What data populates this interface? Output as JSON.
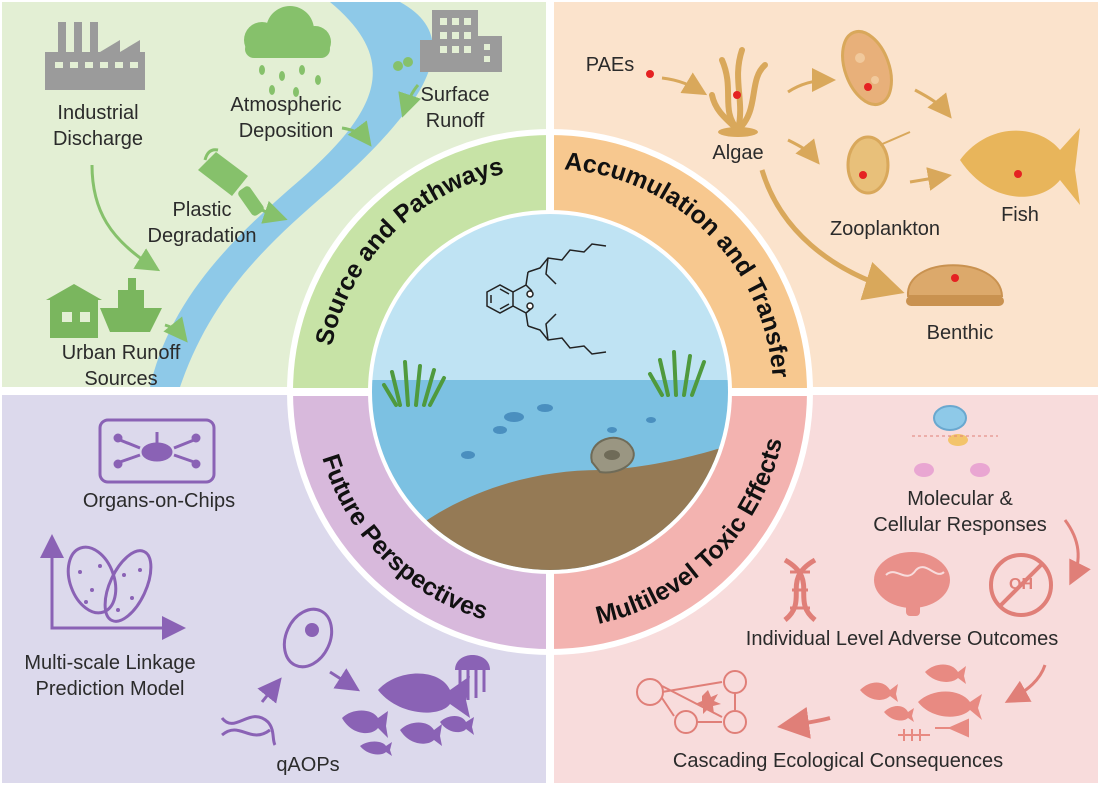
{
  "ring": {
    "top_left": "Source and Pathways",
    "top_right": "Accumulation and Transfer",
    "bottom_left": "Future Perspectives",
    "bottom_right": "Multilevel Toxic Effects"
  },
  "source_pathways": {
    "industrial": "Industrial\nDischarge",
    "atmospheric": "Atmospheric\nDeposition",
    "surface_runoff": "Surface\nRunoff",
    "plastic": "Plastic\nDegradation",
    "urban": "Urban Runoff\nSources"
  },
  "accumulation": {
    "paes": "PAEs",
    "algae": "Algae",
    "zooplankton": "Zooplankton",
    "fish": "Fish",
    "benthic": "Benthic"
  },
  "future": {
    "organs": "Organs-on-Chips",
    "model": "Multi-scale Linkage\nPrediction Model",
    "qaops": "qAOPs"
  },
  "toxic": {
    "molecular": "Molecular &\nCellular Responses",
    "individual": "Individual Level Adverse Outcomes",
    "cascading": "Cascading Ecological Consequences",
    "oh": "OH"
  },
  "colors": {
    "green": "#e3efd4",
    "orange": "#fbe3cc",
    "purple": "#dcd9ec",
    "pink": "#f8dcdc",
    "ring_green": "#c7e3a6",
    "ring_orange": "#f7c88f",
    "ring_purple": "#d8b9dc",
    "ring_pink": "#f3b3b0",
    "river": "#8ec9e8",
    "tan": "#d9a85b",
    "violet": "#8a62b5",
    "coral": "#e07f78"
  }
}
